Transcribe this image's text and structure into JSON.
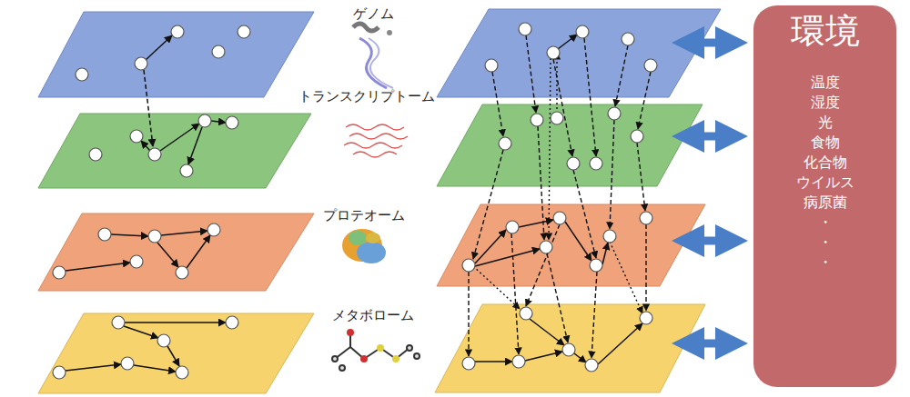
{
  "diagram": {
    "nodes": [
      {
        "text": [
          "環境",
          "温度 湿度 光 食物 化合物 ウイルス 病原菌 ・ ・ ・"
        ]
      }
    ],
    "labels": [
      "ゲノム",
      "トランスクリプトーム",
      "プロテオーム",
      "メタボローム"
    ]
  }
}
